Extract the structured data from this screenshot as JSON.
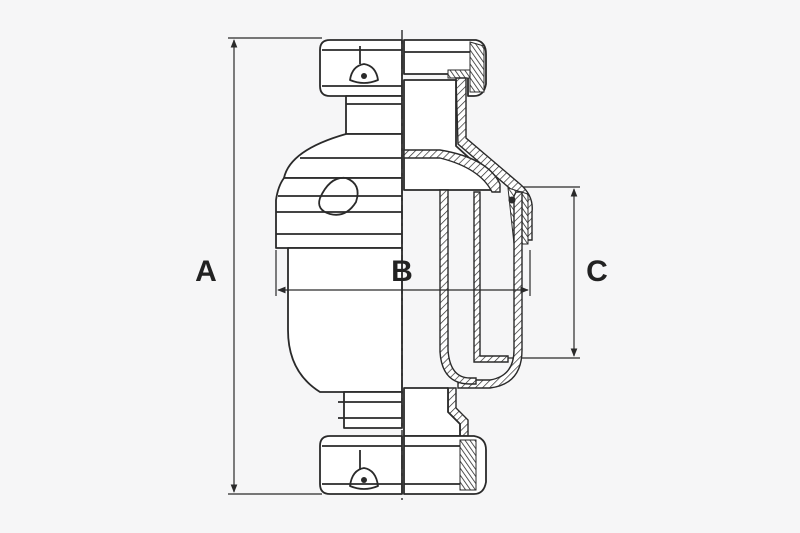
{
  "dimensions": {
    "a": "A",
    "b": "B",
    "c": "C"
  },
  "colors": {
    "background": "#f6f6f7",
    "line": "#2a2a2a",
    "label": "#222222"
  }
}
